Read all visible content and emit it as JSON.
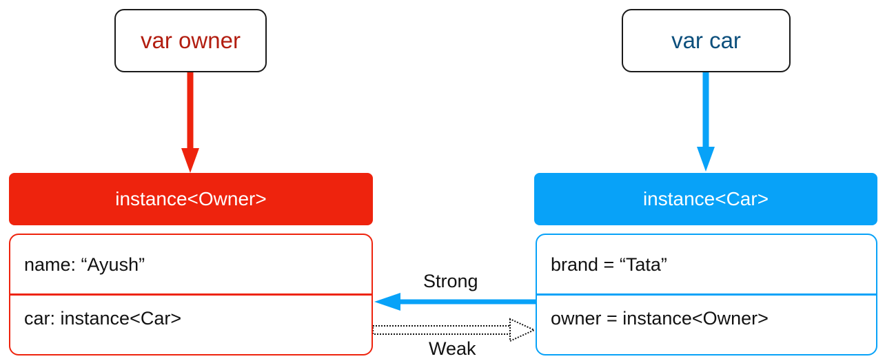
{
  "variables": {
    "owner": {
      "label": "var owner",
      "color": "#b21d10"
    },
    "car": {
      "label": "var car",
      "color": "#0c4f7c"
    }
  },
  "instances": {
    "owner": {
      "title": "instance<Owner>",
      "color": "#ee230d",
      "fields": [
        "name: “Ayush”",
        "car: instance<Car>"
      ]
    },
    "car": {
      "title": "instance<Car>",
      "color": "#08a2f8",
      "fields": [
        "brand = “Tata”",
        "owner = instance<Owner>"
      ]
    }
  },
  "references": {
    "strong": "Strong",
    "weak": "Weak"
  }
}
